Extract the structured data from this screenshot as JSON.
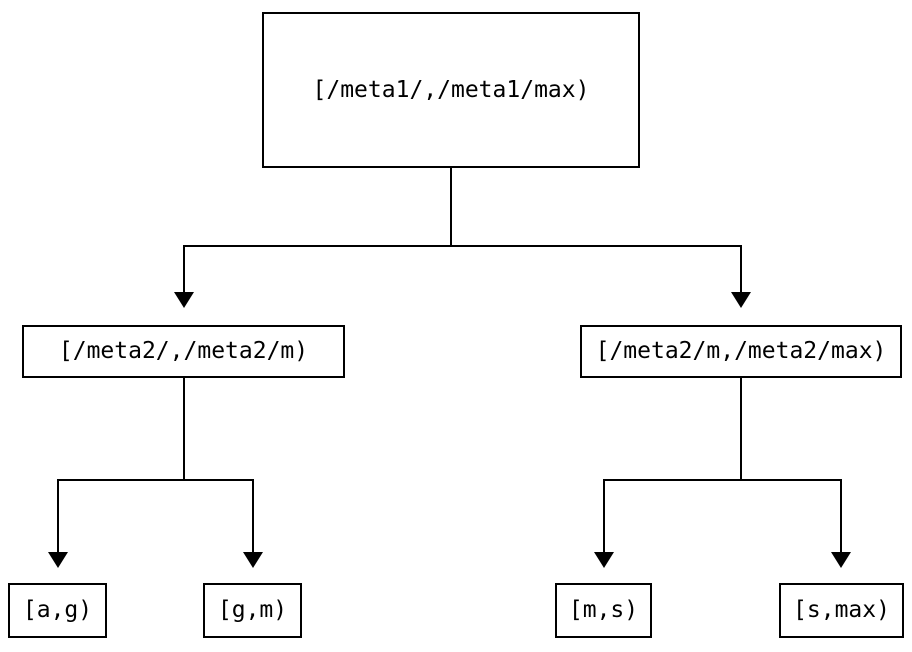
{
  "diagram": {
    "type": "binary-interval-tree",
    "colors": {
      "background": "#ffffff",
      "line": "#000000",
      "text": "#000000"
    },
    "root": {
      "label": "[/meta1/,/meta1/max)"
    },
    "level2": [
      {
        "label": "[/meta2/,/meta2/m)"
      },
      {
        "label": "[/meta2/m,/meta2/max)"
      }
    ],
    "leaves": [
      {
        "label": "[a,g)"
      },
      {
        "label": "[g,m)"
      },
      {
        "label": "[m,s)"
      },
      {
        "label": "[s,max)"
      }
    ]
  }
}
